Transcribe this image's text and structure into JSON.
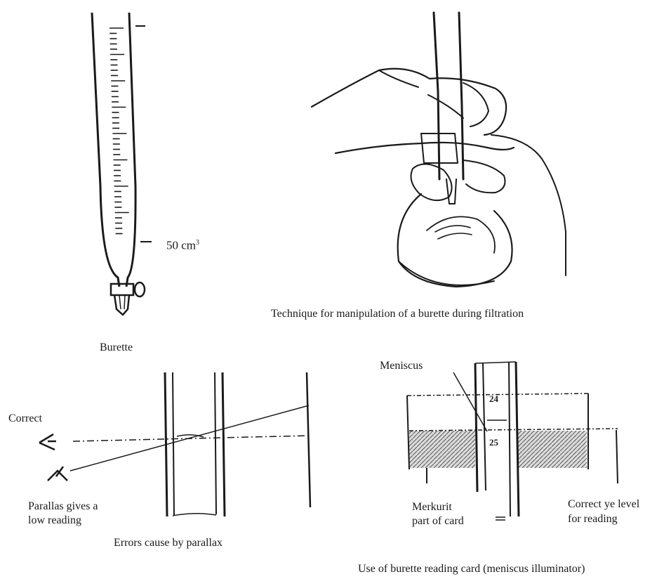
{
  "burette": {
    "caption": "Burette",
    "volume_value": "50 cm",
    "volume_sup": "3"
  },
  "filtration": {
    "caption": "Technique for manipulation of a burette during filtration"
  },
  "parallax": {
    "correct_label": "Correct",
    "parallax_line1": "Parallas gives a",
    "parallax_line2": "low reading",
    "caption": "Errors cause by parallax"
  },
  "reading_card": {
    "meniscus_label": "Meniscus",
    "scale_top": "24",
    "scale_bottom": "25",
    "merkurit_line1": "Merkurit",
    "merkurit_line2": "part of card",
    "correct_line1": "Correct ye level",
    "correct_line2": "for reading",
    "caption": "Use of burette reading card (meniscus illuminator)"
  }
}
